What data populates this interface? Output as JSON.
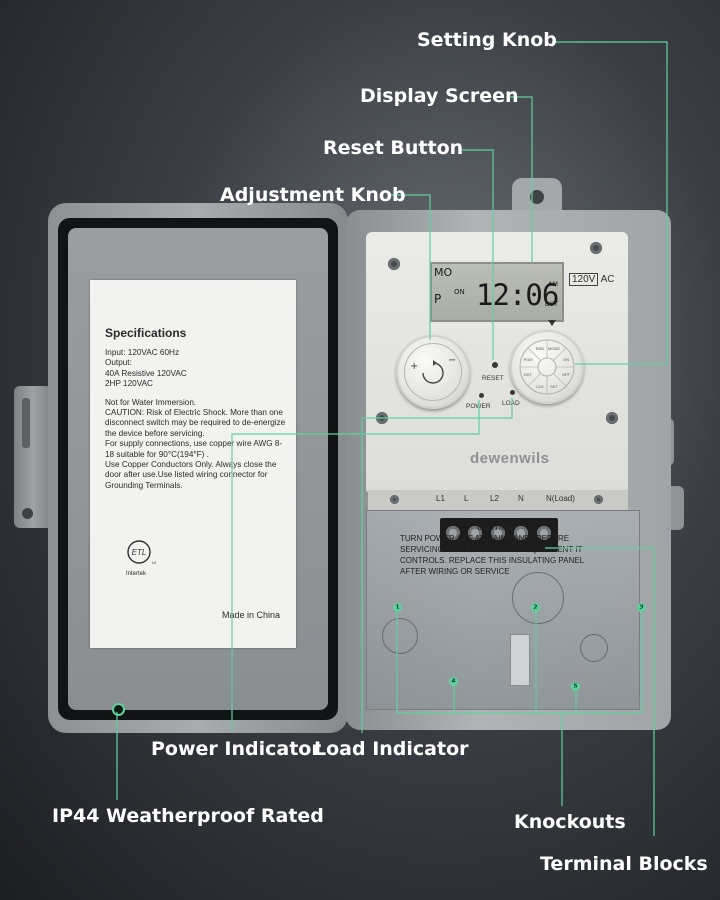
{
  "callouts": {
    "setting_knob": "Setting Knob",
    "display_screen": "Display Screen",
    "reset_button": "Reset Button",
    "adjustment_knob": "Adjustment Knob",
    "power_indicator": "Power Indicator",
    "load_indicator": "Load Indicator",
    "weatherproof": "IP44 Weatherproof Rated",
    "knockouts": "Knockouts",
    "terminal_blocks": "Terminal Blocks"
  },
  "spec_sheet": {
    "title": "Specifications",
    "lines": [
      "Input: 120VAC 60Hz",
      "Output:",
      "40A Resistive 120VAC",
      "2HP 120VAC"
    ],
    "warnings": [
      "Not for Water Immersion.",
      "CAUTION: Risk of Electric Shock. More than one disconnect switch may be required to de-energize the device before servicing.",
      "For supply connections, use copper wire AWG 8-18 suitable for 90°C(194°F) .",
      "Use Copper Conductors Only. Always close the door after use.Use listed wiring connector for Grounding Terminals."
    ],
    "cert_mark": "ETL",
    "cert_us": "US",
    "cert_company": "Intertek",
    "origin": "Made in China"
  },
  "display": {
    "day": "MO",
    "mode": "P",
    "state": "ON",
    "time": "12:06",
    "meridiem": "AM",
    "dst": "DST",
    "voltage": "120V",
    "current_type": "AC"
  },
  "panel_labels": {
    "reset": "RESET",
    "power": "POWER",
    "load": "LOAD",
    "brand": "dewenwils",
    "knob_plus": "+",
    "knob_minus": "−",
    "setting_segments": [
      "MODE",
      "ON",
      "OFF",
      "SET",
      "CLK",
      "DST",
      "PGM",
      "RND"
    ]
  },
  "terminals": [
    "L1",
    "L",
    "L2",
    "N",
    "N(Load)"
  ],
  "caution_panel": {
    "title": "CAUTION",
    "text": "TURN POWER OFF AT MAIN PANEL BEFORE SERVICING THIS TIMER OR THE EQUIPMENT IT CONTROLS. REPLACE THIS INSULATING PANEL AFTER WIRING OR SERVICE"
  },
  "knockout_markers": [
    "1",
    "2",
    "3",
    "4",
    "5"
  ],
  "colors": {
    "accent_line": "#5fd19d",
    "label_text": "#ffffff",
    "enclosure": "#a4a8ab"
  }
}
